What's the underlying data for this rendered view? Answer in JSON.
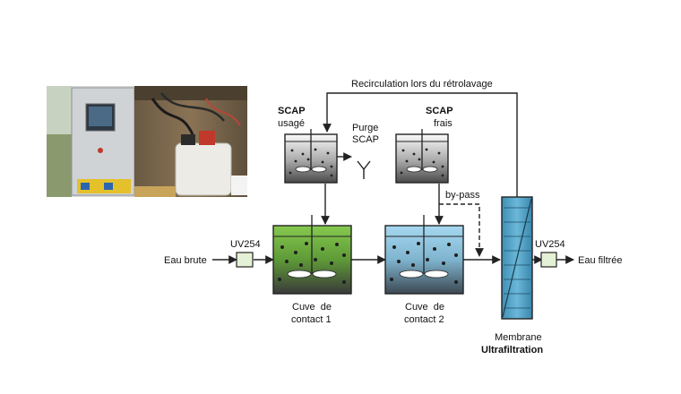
{
  "labels": {
    "recirculation": "Recirculation lors du rétrolavage",
    "scap_usage_title": "SCAP",
    "scap_usage_sub": "usagé",
    "purge_line1": "Purge",
    "purge_line2": "SCAP",
    "scap_frais_title": "SCAP",
    "scap_frais_sub": "frais",
    "bypass": "by-pass",
    "uv_in": "UV254",
    "uv_out": "UV254",
    "eau_brute": "Eau brute",
    "eau_filtree": "Eau filtrée",
    "cuve1_line1": "Cuve  de",
    "cuve1_line2": "contact 1",
    "cuve2_line1": "Cuve  de",
    "cuve2_line2": "contact 2",
    "membrane_line1": "Membrane",
    "membrane_line2": "Ultrafiltration"
  },
  "colors": {
    "line": "#222222",
    "cuve1_top": "#7cc24a",
    "cuve1_bottom": "#3f3f3f",
    "cuve2_top": "#9fd4ee",
    "cuve2_bottom": "#3f4a55",
    "scap_tank_top": "#f4f4f4",
    "scap_tank_bottom": "#555555",
    "uv_box": "#e4f1d6",
    "membrane": "#5aa6c8"
  }
}
